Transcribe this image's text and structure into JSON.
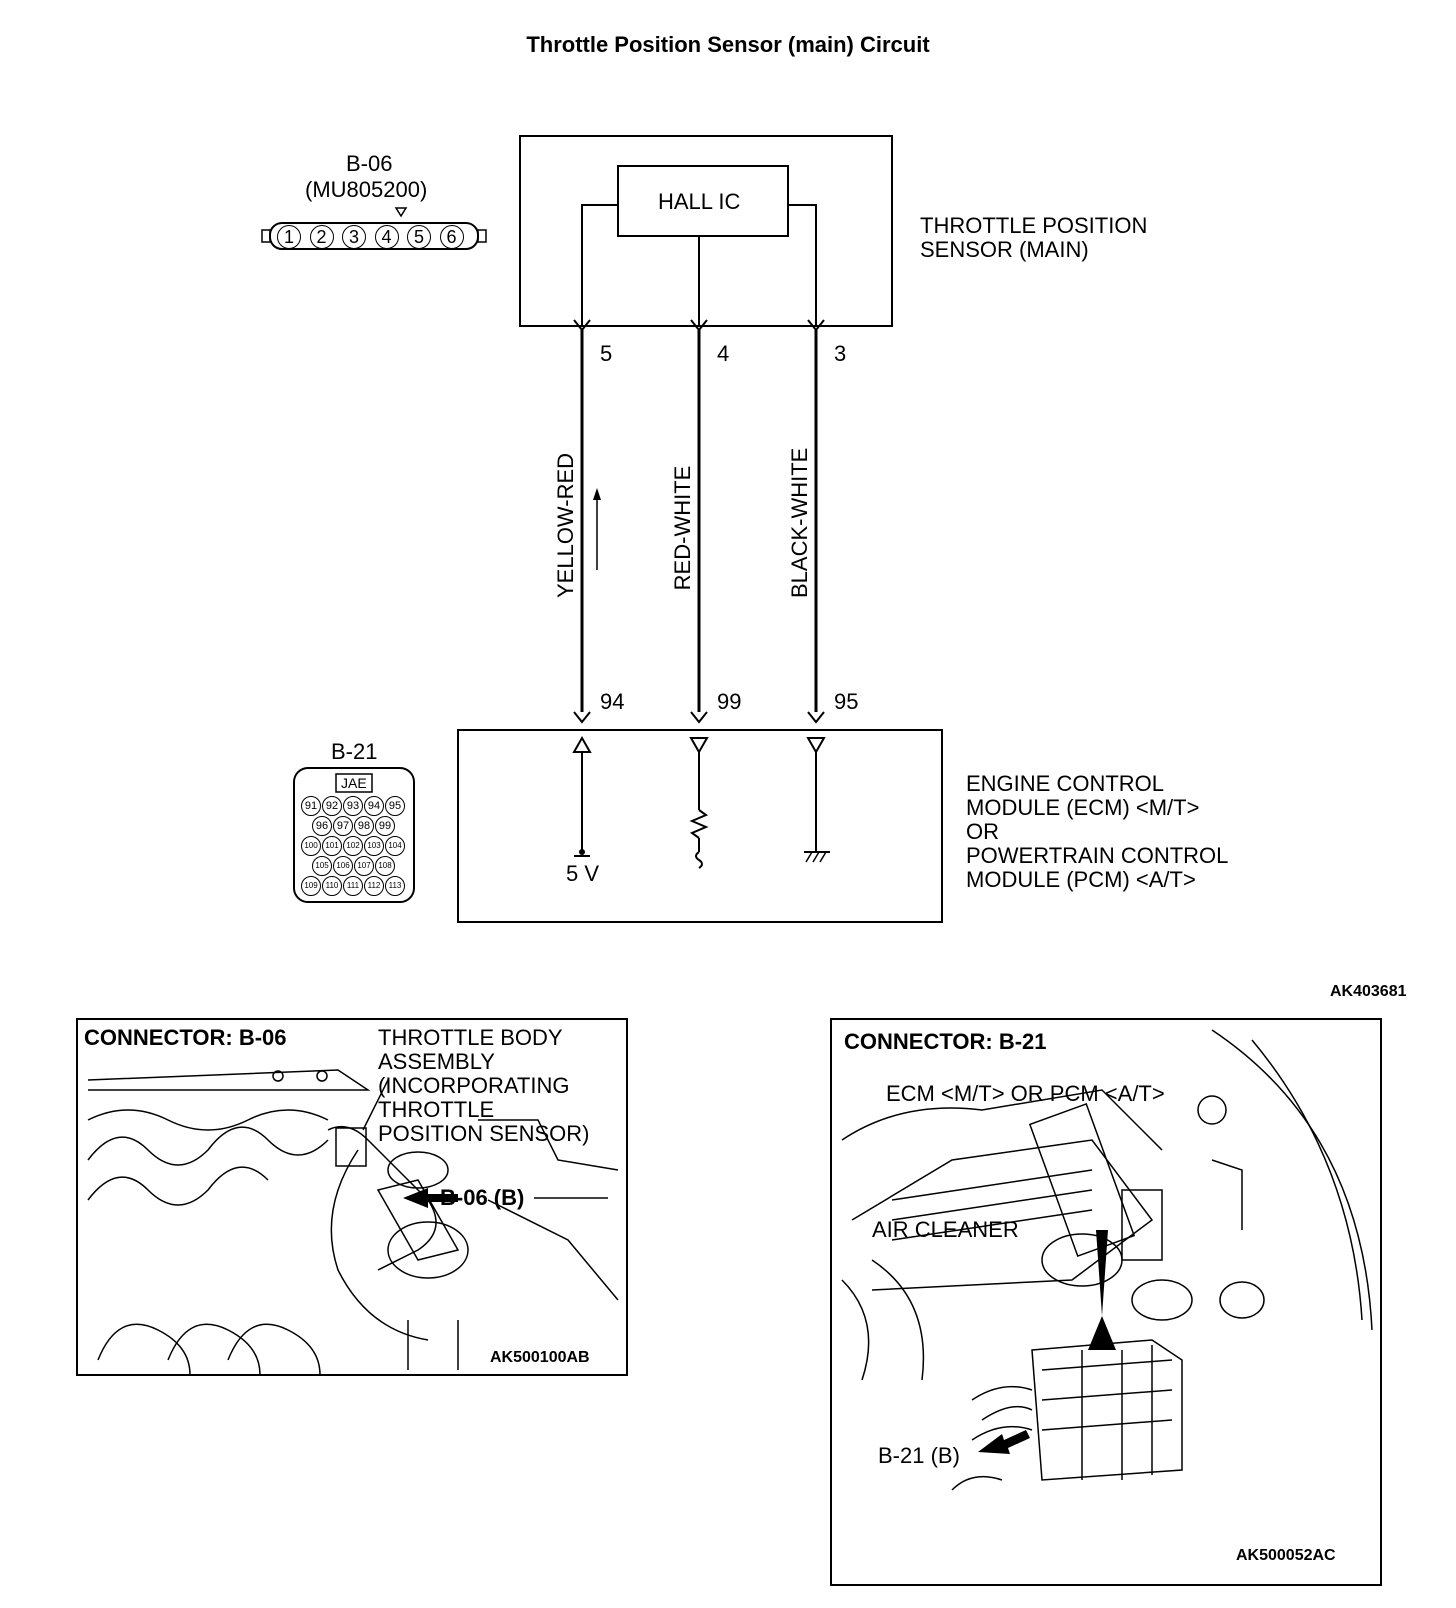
{
  "title": "Throttle Position Sensor (main) Circuit",
  "sensor": {
    "ic_label": "HALL IC",
    "name_line1": "THROTTLE POSITION",
    "name_line2": "SENSOR (MAIN)"
  },
  "connector_b06": {
    "id": "B-06",
    "part": "(MU805200)",
    "pins": [
      "1",
      "2",
      "3",
      "4",
      "5",
      "6"
    ]
  },
  "connector_b21": {
    "id": "B-21",
    "maker": "JAE",
    "rows": [
      [
        "91",
        "92",
        "93",
        "94",
        "95"
      ],
      [
        "96",
        "97",
        "98",
        "99"
      ],
      [
        "100",
        "101",
        "102",
        "103",
        "104"
      ],
      [
        "105",
        "106",
        "107",
        "108"
      ],
      [
        "109",
        "110",
        "111",
        "112",
        "113"
      ]
    ]
  },
  "wires": [
    {
      "sensor_pin": "5",
      "ecm_pin": "94",
      "color": "YELLOW-RED"
    },
    {
      "sensor_pin": "4",
      "ecm_pin": "99",
      "color": "RED-WHITE"
    },
    {
      "sensor_pin": "3",
      "ecm_pin": "95",
      "color": "BLACK-WHITE"
    }
  ],
  "ecm": {
    "supply_label": "5 V",
    "lines": [
      "ENGINE CONTROL",
      "MODULE (ECM) <M/T>",
      "OR",
      "POWERTRAIN CONTROL",
      "MODULE (PCM) <A/T>"
    ]
  },
  "diagram_code": "AK403681",
  "panel_left": {
    "heading": "CONNECTOR: B-06",
    "callout_lines": [
      "THROTTLE BODY",
      "ASSEMBLY",
      "(INCORPORATING",
      "THROTTLE",
      "POSITION SENSOR)"
    ],
    "pointer_label": "B-06 (B)",
    "code": "AK500100AB"
  },
  "panel_right": {
    "heading": "CONNECTOR: B-21",
    "ecm_label": "ECM <M/T> OR PCM <A/T>",
    "air_cleaner_label": "AIR CLEANER",
    "pointer_label": "B-21 (B)",
    "code": "AK500052AC"
  }
}
